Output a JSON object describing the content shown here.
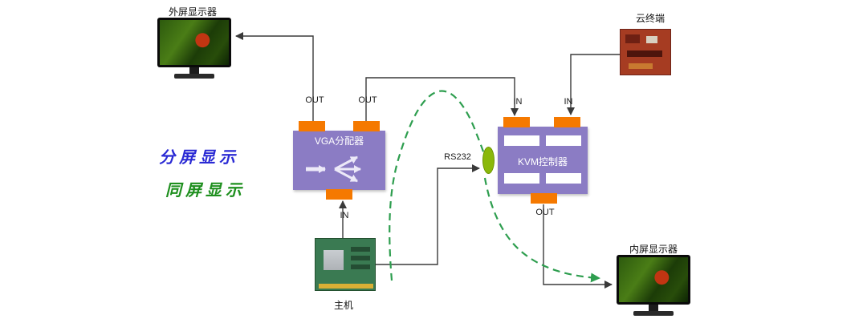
{
  "devices": {
    "external_display": {
      "label": "外屏显示器"
    },
    "cloud_terminal": {
      "label": "云终端"
    },
    "vga_splitter": {
      "label": "VGA分配器"
    },
    "kvm_controller": {
      "label": "KVM控制器"
    },
    "host": {
      "label": "主机"
    },
    "internal_display": {
      "label": "内屏显示器"
    }
  },
  "ports": {
    "vga_out_left": "OUT",
    "vga_out_right": "OUT",
    "kvm_in_left": "IN",
    "kvm_in_right": "IN",
    "host_in": "IN",
    "kvm_out": "OUT",
    "rs232": "RS232"
  },
  "legend": {
    "split_screen": {
      "label": "分屏显示",
      "color": "#2a2ad4"
    },
    "same_screen": {
      "label": "同屏显示",
      "color": "#1e8f1e"
    }
  },
  "colors": {
    "box_purple": "#8b7cc4",
    "connector_orange": "#f57900",
    "connector_green": "#8ab80a",
    "solid_line": "#3a3a3a",
    "dashed_green": "#2e9e4f",
    "split_text_blue": "#2a2ad4",
    "same_text_green": "#1e8f1e"
  }
}
